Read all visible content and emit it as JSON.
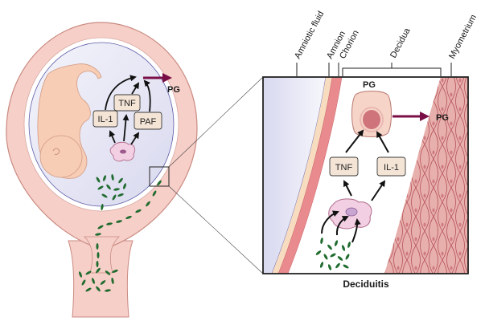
{
  "title": "Deciduitis",
  "colors": {
    "uterus_wall": "#f6cfc8",
    "uterus_outline": "#c98a80",
    "amniotic_fluid": "#e9e9f6",
    "amnion": "#f7dcc0",
    "chorion": "#e88a8e",
    "myometrium": "#e6aaa8",
    "bacteria": "#1f6b2e",
    "pg_arrow": "#7a0f47",
    "cytokine_box_fill": "#f4e4d6",
    "fetus": "#f7cdb5"
  },
  "overview": {
    "cytokines": [
      {
        "label": "IL-1"
      },
      {
        "label": "TNF"
      },
      {
        "label": "PAF"
      }
    ],
    "product_label": "PG"
  },
  "detail": {
    "layer_labels": [
      "Amniotic fluid",
      "Amnion",
      "Chorion",
      "Decidua",
      "Myometrium"
    ],
    "cell_label": "PG",
    "output_label": "PG",
    "cytokines": [
      {
        "label": "TNF"
      },
      {
        "label": "IL-1"
      }
    ],
    "caption": "Deciduitis"
  }
}
